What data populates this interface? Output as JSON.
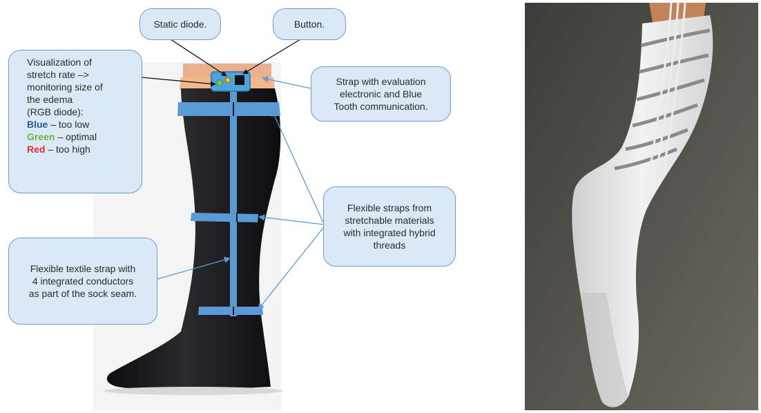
{
  "callouts": {
    "static_diode": "Static diode.",
    "button": "Button.",
    "visualization": {
      "lines": [
        "Visualization of",
        "stretch rate –>",
        "monitoring size of",
        "the edema",
        "(RGB diode):"
      ],
      "legend": [
        {
          "color_name": "Blue",
          "desc": " – too low",
          "color": "#2b5797"
        },
        {
          "color_name": "Green",
          "desc": " – optimal",
          "color": "#6fb43f"
        },
        {
          "color_name": "Red",
          "desc": " – too high",
          "color": "#e02b2b"
        }
      ]
    },
    "strap_electronics": [
      "Strap with evaluation",
      "electronic and Blue",
      "Tooth communication."
    ],
    "flexible_straps": [
      "Flexible straps from",
      "stretchable materials",
      "with integrated hybrid",
      "threads"
    ],
    "textile_strap": [
      "Flexible textile strap with",
      "4 integrated conductors",
      "as part of the sock seam."
    ]
  },
  "colors": {
    "callout_fill": "#dbe9f6",
    "callout_border": "#6f9bcb",
    "strap_blue": "#5b9bd5",
    "sock_black": "#1c1c1e",
    "skin": "#e8b08c",
    "top_band": "#f3b68b"
  }
}
